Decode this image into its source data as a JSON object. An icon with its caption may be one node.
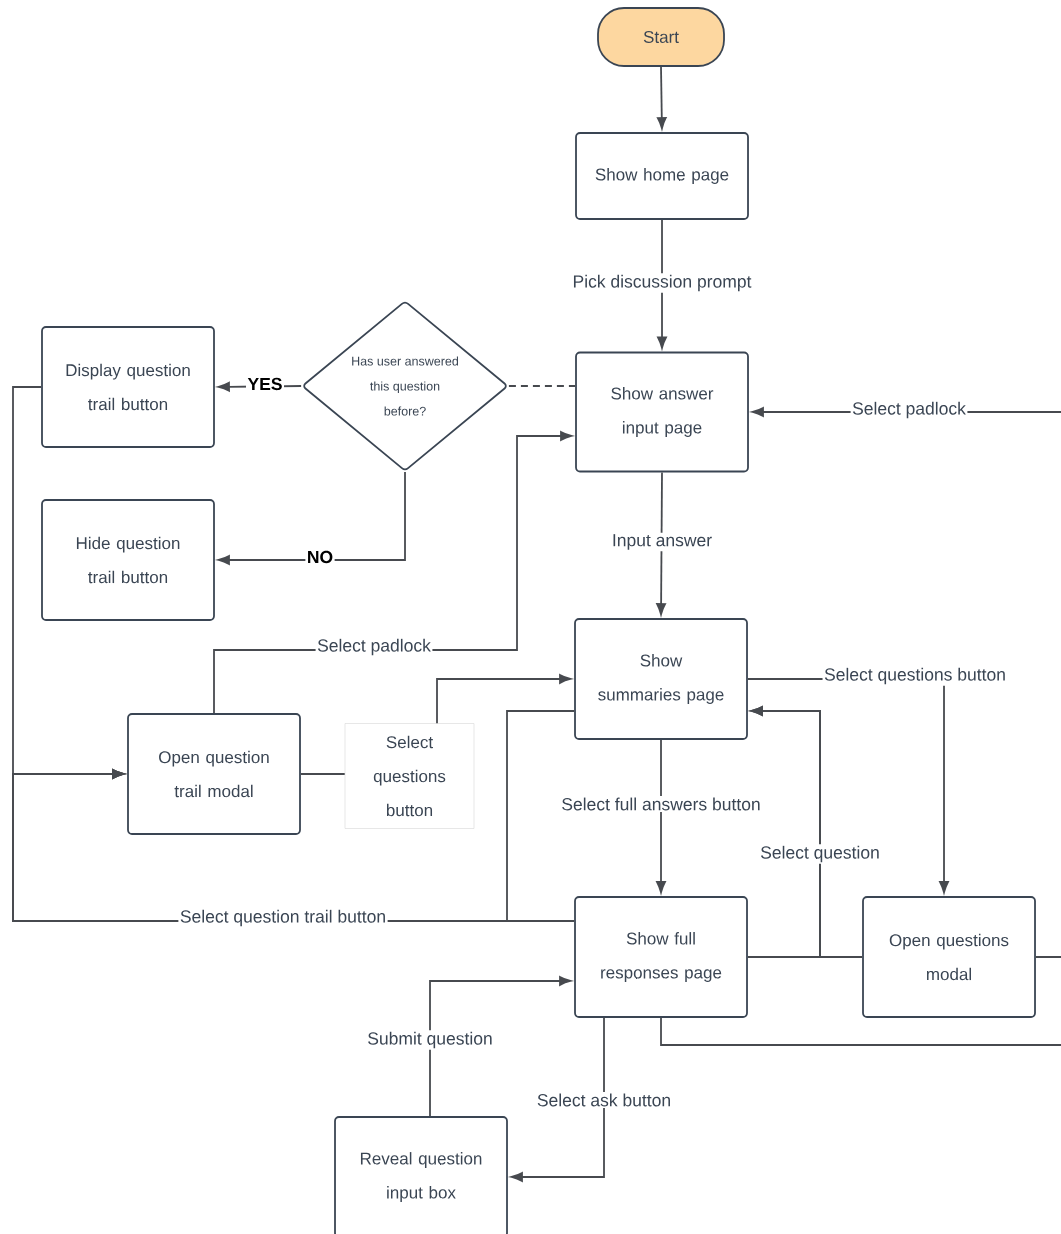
{
  "diagram": {
    "nodes": [
      {
        "text": [
          "Start"
        ]
      },
      {
        "text": [
          "Show home page"
        ]
      },
      {
        "text": [
          "Has user answered this question before?"
        ]
      },
      {
        "text": [
          "Display question trail button"
        ]
      },
      {
        "text": [
          "Show answer input page"
        ]
      },
      {
        "text": [
          "Hide question trail button"
        ]
      },
      {
        "text": [
          "Open question trail modal"
        ]
      },
      {
        "text": [
          "Select questions button"
        ]
      },
      {
        "text": [
          "Show summaries page"
        ]
      },
      {
        "text": [
          "Show full responses page"
        ]
      },
      {
        "text": [
          "Open questions modal"
        ]
      },
      {
        "text": [
          "Reveal question input box"
        ]
      }
    ],
    "edges": [
      {
        "from": 0,
        "to": 1,
        "arrow": "to"
      },
      {
        "from": 1,
        "to": 4,
        "arrow": "to",
        "label": "Pick discussion prompt"
      },
      {
        "from": 2,
        "to": 3,
        "arrow": "to",
        "label": "YES"
      },
      {
        "from": 2,
        "to": 5,
        "arrow": "to",
        "label": "NO"
      },
      {
        "from": 2,
        "to": 4,
        "arrow": "none",
        "style": "dashed"
      },
      {
        "from": null,
        "to": 4,
        "arrow": "to",
        "label": "Select padlock"
      },
      {
        "from": 4,
        "to": 8,
        "arrow": "to",
        "label": "Input answer"
      },
      {
        "from": 6,
        "to": 4,
        "arrow": "to",
        "label": "Select padlock"
      },
      {
        "from": 6,
        "to": 7,
        "arrow": "none"
      },
      {
        "from": 7,
        "to": 8,
        "arrow": "to"
      },
      {
        "from": 3,
        "to": 6,
        "arrow": "to"
      },
      {
        "from": 8,
        "to": 6,
        "arrow": "to",
        "label": "Select question trail button"
      },
      {
        "from": 9,
        "to": 6,
        "arrow": "to"
      },
      {
        "from": 8,
        "to": 9,
        "arrow": "to",
        "label": "Select full answers button"
      },
      {
        "from": 8,
        "to": 10,
        "arrow": "to",
        "label": "Select questions button"
      },
      {
        "from": 10,
        "to": 8,
        "arrow": "to",
        "label": "Select question"
      },
      {
        "from": 9,
        "to": 8,
        "arrow": "to"
      },
      {
        "from": 9,
        "to": 11,
        "arrow": "to",
        "label": "Select ask button"
      },
      {
        "from": 11,
        "to": 9,
        "arrow": "to",
        "label": "Submit question"
      },
      {
        "from": 9,
        "to": null,
        "arrow": "none"
      },
      {
        "from": 10,
        "to": null,
        "arrow": "none"
      }
    ]
  }
}
